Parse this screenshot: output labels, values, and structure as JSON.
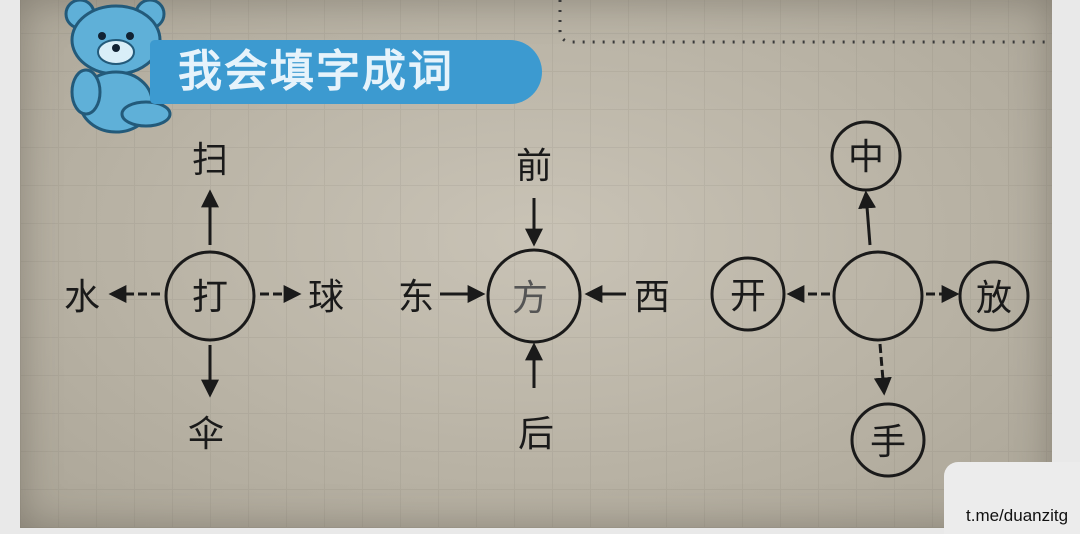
{
  "section_title": "我会填字成词",
  "diagrams": [
    {
      "center": "打",
      "top": "扫",
      "left": "水",
      "right": "球",
      "bottom": "伞"
    },
    {
      "center": "方",
      "top": "前",
      "left": "东",
      "right": "西",
      "bottom": "后"
    },
    {
      "center": "",
      "top": "中",
      "left": "开",
      "right": "放",
      "bottom": "手"
    }
  ],
  "watermark": "t.me/duanzitg",
  "colors": {
    "banner": "#3c9ad0",
    "paper": "#bdb7a9",
    "ink": "#1a1a1a"
  },
  "icons": [
    "teddy-bear-icon"
  ]
}
